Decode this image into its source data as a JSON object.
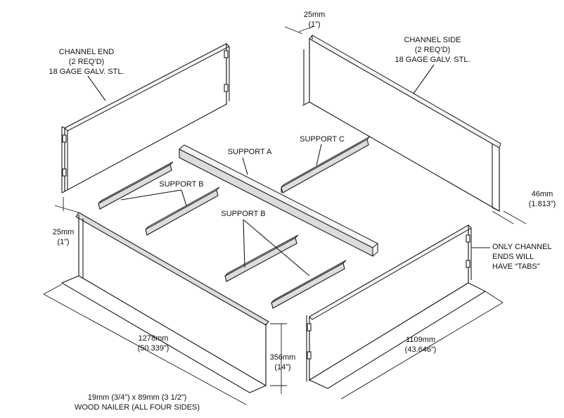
{
  "labels": {
    "channel_end": [
      "CHANNEL END",
      "(2 REQ'D)",
      "18 GAGE GALV. STL."
    ],
    "channel_side": [
      "CHANNEL SIDE",
      "(2 REQ'D)",
      "18 GAGE GALV. STL."
    ],
    "support_a": "SUPPORT A",
    "support_b_1": "SUPPORT B",
    "support_b_2": "SUPPORT B",
    "support_c": "SUPPORT C",
    "tabs_note": [
      "ONLY CHANNEL",
      "ENDS WILL",
      "HAVE “TABS”"
    ],
    "nailer": [
      "19mm (3/4”) x 89mm (3 1/2”)",
      "WOOD NAILER (ALL FOUR SIDES)"
    ]
  },
  "dimensions": {
    "top_flange": [
      "25mm",
      "(1”)"
    ],
    "left_flange": [
      "25mm",
      "(1”)"
    ],
    "right_flange": [
      "46mm",
      "(1.813”)"
    ],
    "length": [
      "1278mm",
      "(50.339”)"
    ],
    "height": [
      "356mm",
      "(14”)"
    ],
    "width": [
      "1109mm",
      "(43.646”)"
    ]
  }
}
